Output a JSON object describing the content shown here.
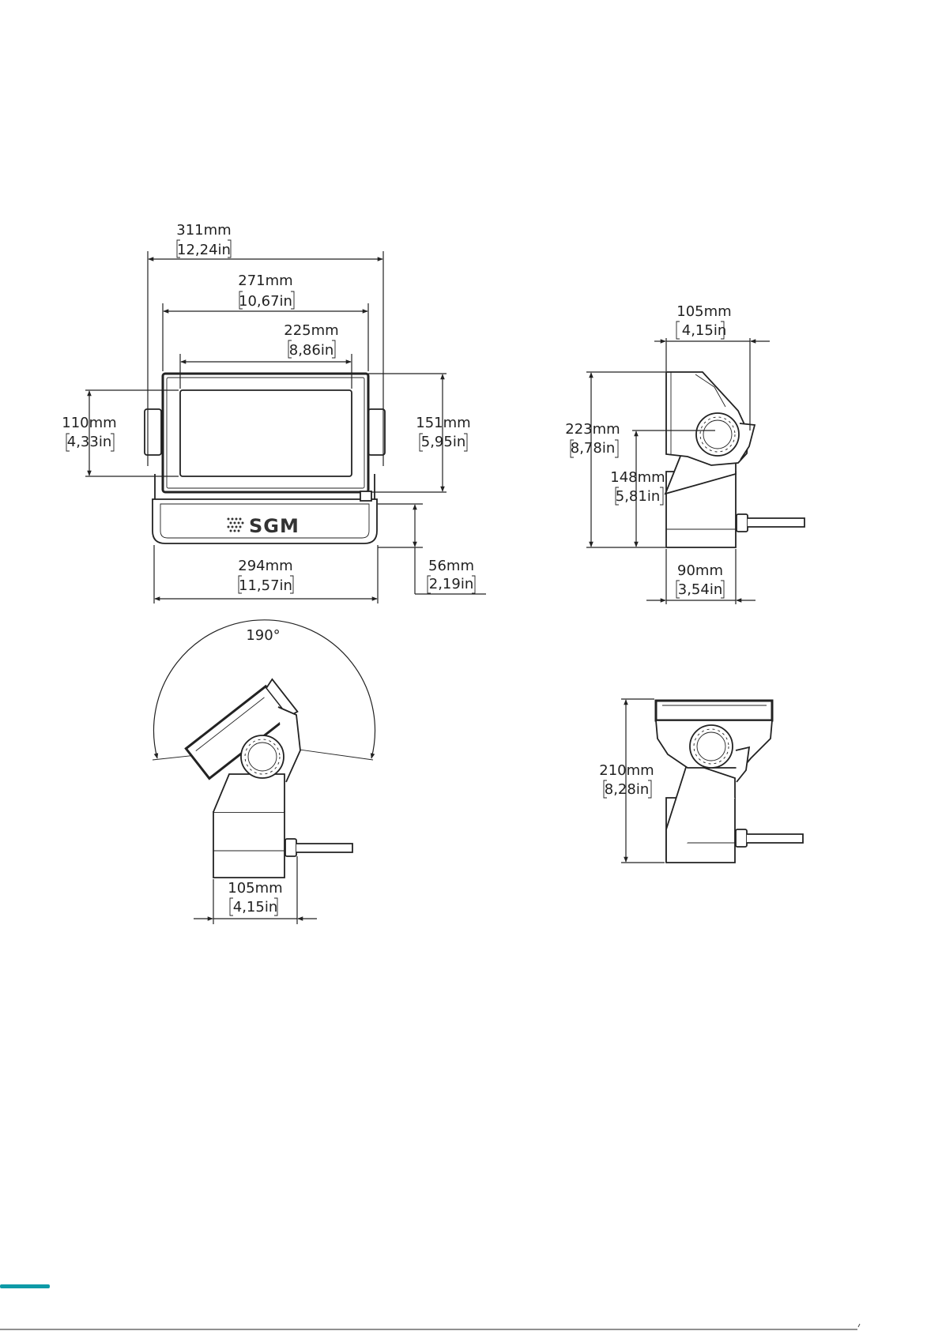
{
  "brand": {
    "logo_text": "SGM",
    "accent_color": "#0e9aa7"
  },
  "front_view": {
    "overall_width": {
      "mm": "311mm",
      "in": "12,24in"
    },
    "housing_width": {
      "mm": "271mm",
      "in": "10,67in"
    },
    "lens_width": {
      "mm": "225mm",
      "in": "8,86in"
    },
    "lens_height": {
      "mm": "110mm",
      "in": "4,33in"
    },
    "housing_height": {
      "mm": "151mm",
      "in": "5,95in"
    },
    "base_width": {
      "mm": "294mm",
      "in": "11,57in"
    },
    "base_height": {
      "mm": "56mm",
      "in": "2,19in"
    }
  },
  "side_view": {
    "top_depth": {
      "mm": "105mm",
      "in": "4,15in"
    },
    "overall_height": {
      "mm": "223mm",
      "in": "8,78in"
    },
    "pivot_height": {
      "mm": "148mm",
      "in": "5,81in"
    },
    "base_depth": {
      "mm": "90mm",
      "in": "3,54in"
    }
  },
  "tilt_view": {
    "angle": "190°",
    "base_depth": {
      "mm": "105mm",
      "in": "4,15in"
    }
  },
  "down_view": {
    "height": {
      "mm": "210mm",
      "in": "8,28in"
    }
  }
}
